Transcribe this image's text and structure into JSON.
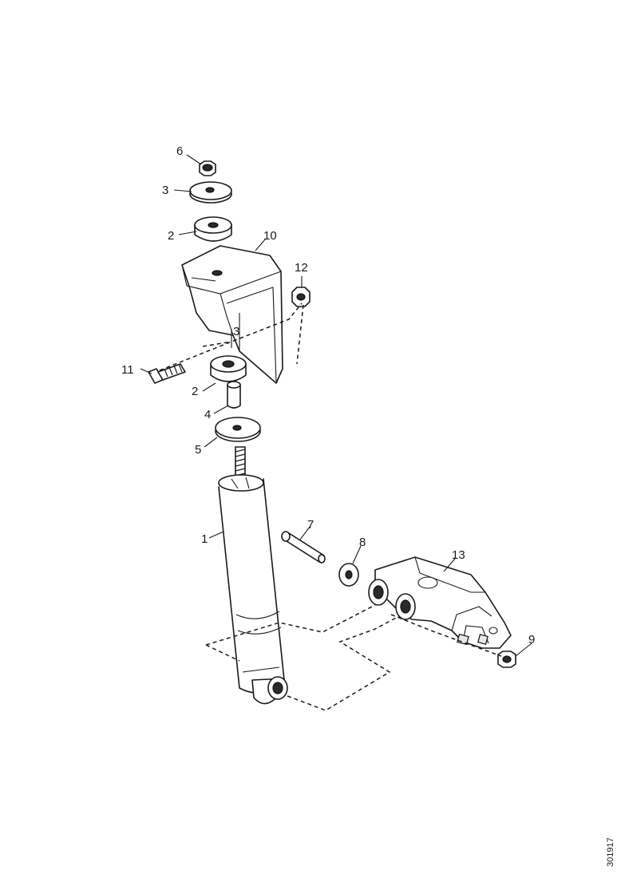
{
  "callouts": {
    "c1": "1",
    "c2a": "2",
    "c2b": "2",
    "c3a": "3",
    "c3b": "3",
    "c4": "4",
    "c5": "5",
    "c6": "6",
    "c7": "7",
    "c8": "8",
    "c9": "9",
    "c10": "10",
    "c11": "11",
    "c12": "12",
    "c13": "13"
  },
  "reference_number": "301917"
}
